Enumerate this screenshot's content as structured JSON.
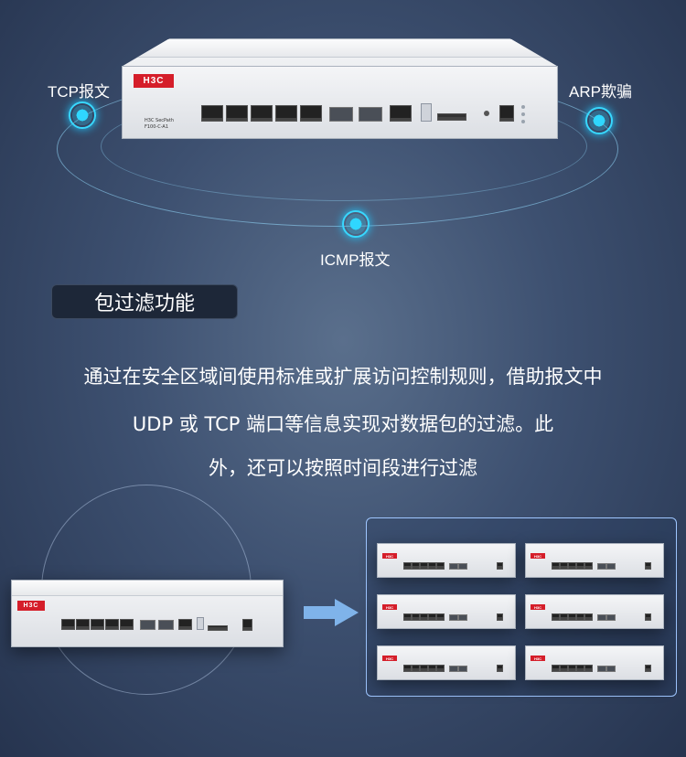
{
  "labels": {
    "tcp": "TCP报文",
    "arp": "ARP欺骗",
    "icmp": "ICMP报文"
  },
  "section": {
    "title": "包过滤功能",
    "lines": [
      "通过在安全区域间使用标准或扩展访问控制规则，借助报文中",
      "UDP 或 TCP 端口等信息实现对数据包的过滤。此",
      "外，还可以按照时间段进行过滤"
    ]
  },
  "device": {
    "brand": "H3C",
    "model_line1": "H3C SecPath",
    "model_line2": "F100-C-A1"
  },
  "colors": {
    "brand_red": "#d51e2a",
    "accent_cyan": "#2fd7ff",
    "panel_border": "#9fc6ff"
  }
}
